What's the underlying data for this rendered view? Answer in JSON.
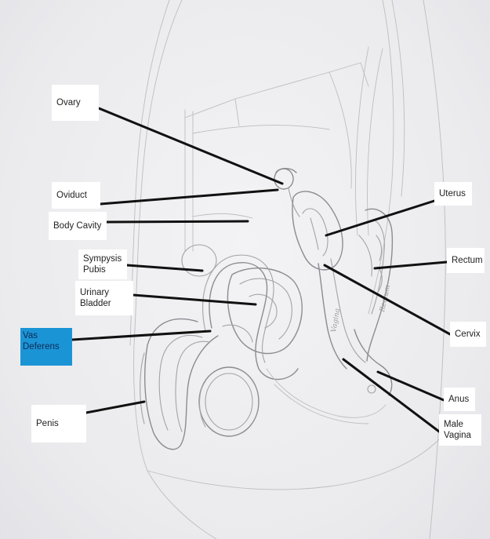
{
  "labels": {
    "ovary": "Ovary",
    "oviduct": "Oviduct",
    "body_cavity": "Body Cavity",
    "sympysis_pubis": "Sympysis\nPubis",
    "urinary_bladder": "Urinary\nBladder",
    "vas_deferens": "Vas\nDeferens",
    "penis": "Penis",
    "uterus": "Uterus",
    "rectum": "Rectum",
    "cervix": "Cervix",
    "anus": "Anus",
    "male_vagina": "Male\nVagina"
  },
  "drawing_text": {
    "vagina": "Vagina",
    "rectum": "Rectum"
  },
  "highlight_color": "#1b94d6"
}
